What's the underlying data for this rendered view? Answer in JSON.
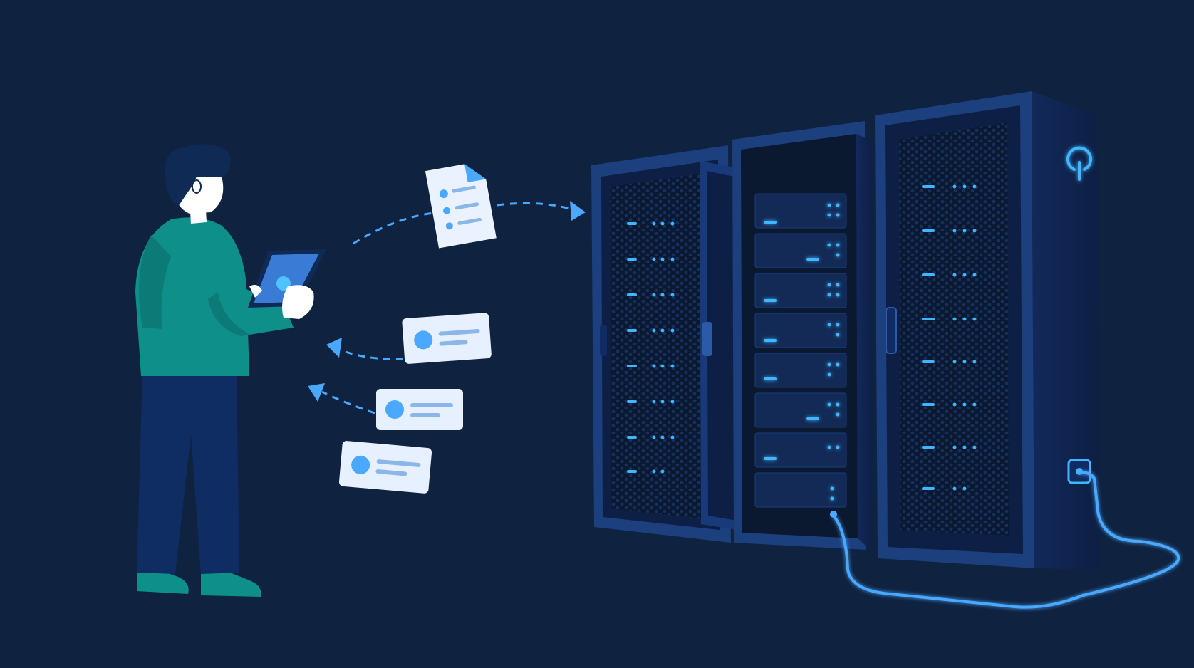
{
  "scene": {
    "background_color": "#0f2240",
    "person": {
      "hair_color": "#0e2a55",
      "skin_color": "#ffffff",
      "sweater_color": "#0f8f8a",
      "pants_color": "#0f2d62",
      "shoe_color": "#0f8f8a",
      "device": "tablet-icon"
    },
    "request": {
      "icon": "document-icon",
      "direction": "person-to-server"
    },
    "responses": {
      "count": 3,
      "icon": "message-card-icon",
      "direction": "server-to-person"
    },
    "server": {
      "cabinet_count": 3,
      "middle_unit_count": 8,
      "power_icon": "power-icon",
      "cable_color": "#4aa8ff",
      "led_color": "#3fb6ff",
      "frame_color": "#1c3f7e"
    },
    "accent_color": "#4aa8ff",
    "card_color": "#e6f0ff"
  }
}
